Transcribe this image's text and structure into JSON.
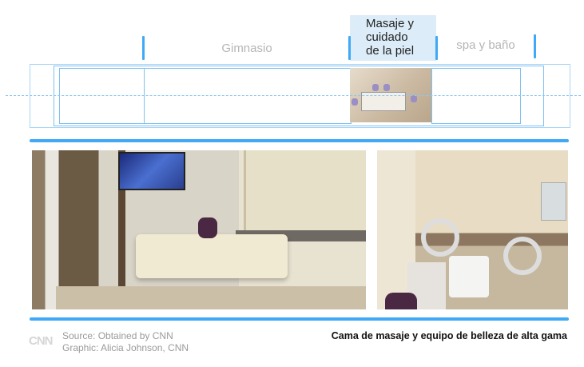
{
  "sections": {
    "gym": "Gimnasio",
    "massage": "Masaje y cuidado de la piel",
    "massage_lines": [
      "Masaje y",
      "cuidado",
      "de la piel"
    ],
    "spa": "spa y baño"
  },
  "caption": "Cama de masaje y equipo de belleza de alta gama",
  "credits": {
    "source": "Source: Obtained by CNN",
    "graphic": "Graphic: Alicia Johnson, CNN"
  },
  "logo": "CNN",
  "colors": {
    "accent": "#3fa9f5",
    "highlight": "#dcecf8",
    "muted": "#b5b5b5"
  }
}
